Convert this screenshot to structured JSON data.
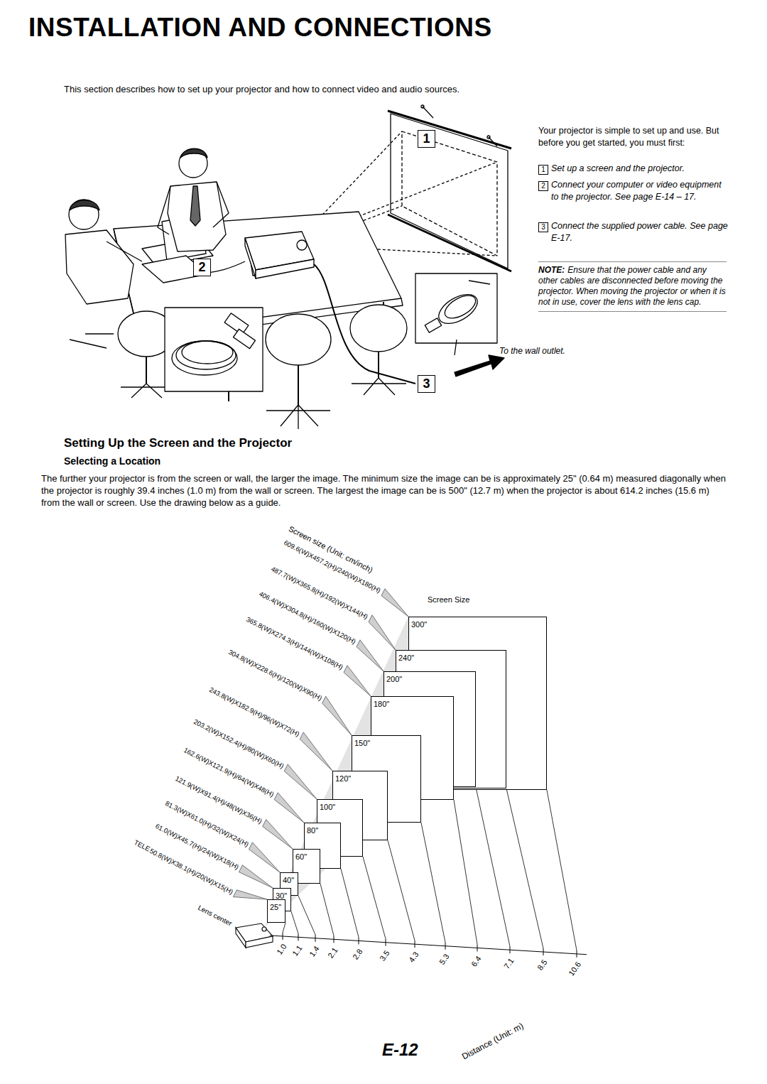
{
  "diagram": {
    "title": "INSTALLATION AND CONNECTIONS",
    "nodes": [
      {
        "text": [
          "1"
        ]
      },
      {
        "text": [
          "2"
        ]
      },
      {
        "text": [
          "3"
        ]
      },
      {
        "text": [
          "300\""
        ]
      },
      {
        "text": [
          "240\""
        ]
      },
      {
        "text": [
          "200\""
        ]
      },
      {
        "text": [
          "180\""
        ]
      },
      {
        "text": [
          "150\""
        ]
      },
      {
        "text": [
          "120\""
        ]
      },
      {
        "text": [
          "100\""
        ]
      },
      {
        "text": [
          "80\""
        ]
      },
      {
        "text": [
          "60\""
        ]
      },
      {
        "text": [
          "40\""
        ]
      },
      {
        "text": [
          "30\""
        ]
      },
      {
        "text": [
          "25\""
        ]
      }
    ],
    "labels": [
      "This section describes how to set up your projector and how to connect video and audio sources.",
      "Your projector is simple to set up and use. But before you get started, you must first:",
      "1",
      "Set up a screen and the projector.",
      "2",
      "Connect your computer or video equipment to the projector. See page E-14 – 17.",
      "3",
      "Connect the supplied power cable. See page E-17.",
      "NOTE:",
      "Ensure that the power cable and any other cables are disconnected before moving the projector. When moving the projector or when it is not in use, cover the lens with the lens cap.",
      "To the wall outlet.",
      "Setting Up the Screen and the Projector",
      "Selecting a Location",
      "The further your projector is from the screen or wall, the larger the image. The minimum size the image can be is approximately 25\" (0.64 m) measured diagonally when the projector is roughly 39.4 inches (1.0 m) from the wall or screen. The largest the image can be is 500\" (12.7 m) when the projector is about 614.2 inches (15.6 m) from the wall or screen. Use the drawing below as a guide.",
      "Screen size (Unit: cm/inch)",
      "609.6(W)X457.2(H)/240(W)X180(H)",
      "487.7(W)X365.8(H)/192(W)X144(H)",
      "406.4(W)X304.8(H)/160(W)X120(H)",
      "365.8(W)X274.3(H)/144(W)X108(H)",
      "304.8(W)X228.6(H)/120(W)X90(H)",
      "243.8(W)X182.9(H)/96(W)X72(H)",
      "203.2(W)X152.4(H)/80(W)X60(H)",
      "162.6(W)X121.9(H)/64(W)X48(H)",
      "121.9(W)X91.4(H)/48(W)X36(H)",
      "81.3(W)X61.0(H)/32(W)X24(H)",
      "61.0(W)X45.7(H)/24(W)X18(H)",
      "TELE",
      "50.8(W)X38.1(H)/20(W)X15(H)",
      "Screen Size",
      "Lens center",
      "1.0",
      "1.1",
      "1.4",
      "2.1",
      "2.8",
      "3.5",
      "4.3",
      "5.3",
      "6.4",
      "7.1",
      "8.5",
      "10.6",
      "Distance (Unit: m)",
      "E-12"
    ]
  }
}
